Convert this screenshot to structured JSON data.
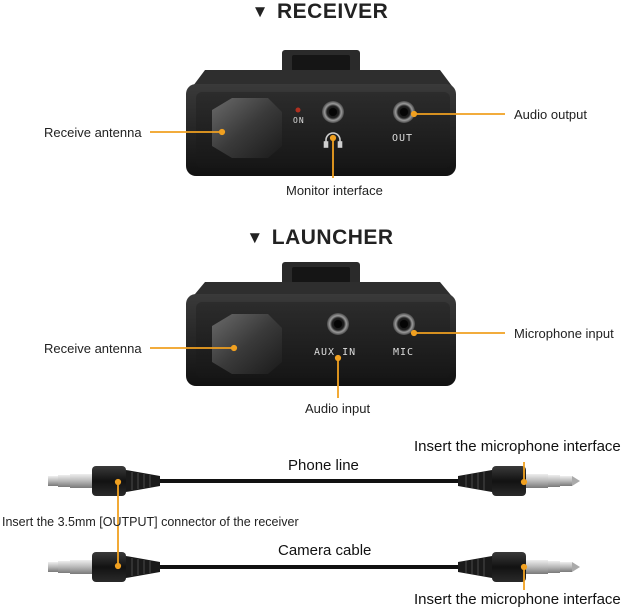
{
  "receiver": {
    "heading": "RECEIVER",
    "on_indicator": "ON",
    "out_port": "OUT",
    "labels": {
      "antenna": "Receive antenna",
      "monitor": "Monitor interface",
      "audio_output": "Audio output"
    }
  },
  "launcher": {
    "heading": "LAUNCHER",
    "aux_port": "AUX IN",
    "mic_port": "MIC",
    "labels": {
      "antenna": "Receive antenna",
      "audio_input": "Audio input",
      "mic_input": "Microphone input"
    }
  },
  "cables": {
    "phone_line": "Phone line",
    "camera_cable": "Camera cable",
    "insert_mic_top": "Insert the microphone interface",
    "insert_mic_bottom": "Insert the microphone interface",
    "insert_output": "Insert the 3.5mm [OUTPUT] connector of the receiver"
  },
  "colors": {
    "callout": "#f0a020",
    "device_body": "#1c1c1c",
    "device_face": "#2a2a2a",
    "cable": "#111111",
    "plug_metal": "#c8c8c8"
  }
}
